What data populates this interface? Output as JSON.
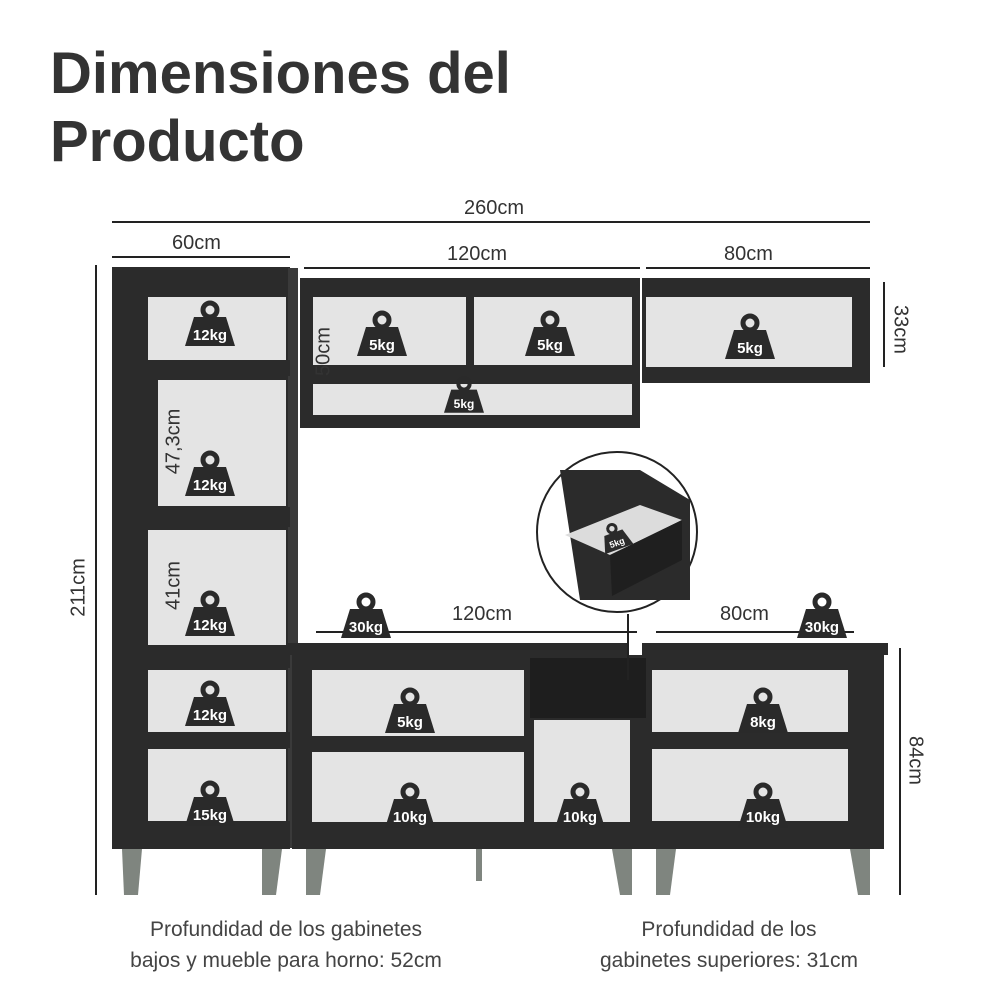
{
  "title": {
    "line1": "Dimensiones del",
    "line2": "Producto"
  },
  "dimensions": {
    "total_width": "260cm",
    "tall_width": "60cm",
    "upper_mid_width": "120cm",
    "upper_right_width": "80cm",
    "upper_right_height": "33cm",
    "upper_mid_height": "50cm",
    "tall_shelf_gap_1": "47,3cm",
    "tall_shelf_gap_2": "41cm",
    "total_height": "211cm",
    "lower_mid_width": "120cm",
    "lower_right_width": "80cm",
    "lower_height": "84cm"
  },
  "weights": {
    "tall_1": "12kg",
    "tall_2": "12kg",
    "tall_3": "12kg",
    "tall_4": "12kg",
    "tall_5": "15kg",
    "upper_mid_left": "5kg",
    "upper_mid_right": "5kg",
    "upper_mid_bottom": "5kg",
    "upper_right": "5kg",
    "drawer": "5kg",
    "counter_mid": "30kg",
    "counter_right": "30kg",
    "lower_mid_top": "5kg",
    "lower_mid_bottom": "10kg",
    "oven_bottom": "10kg",
    "lower_right_top": "8kg",
    "lower_right_bottom": "10kg"
  },
  "notes": {
    "lower_depth_line1": "Profundidad de los gabinetes",
    "lower_depth_line2": "bajos y mueble para horno: 52cm",
    "upper_depth_line1": "Profundidad de los",
    "upper_depth_line2": "gabinetes superiores: 31cm"
  },
  "colors": {
    "furniture": "#2b2b2b",
    "interior": "#e4e4e4",
    "legs": "#7f857f",
    "weight_icon": "#2a2a2a"
  },
  "icons": {
    "weight": "weight-icon",
    "drawer_detail": "drawer-zoom-illustration"
  }
}
